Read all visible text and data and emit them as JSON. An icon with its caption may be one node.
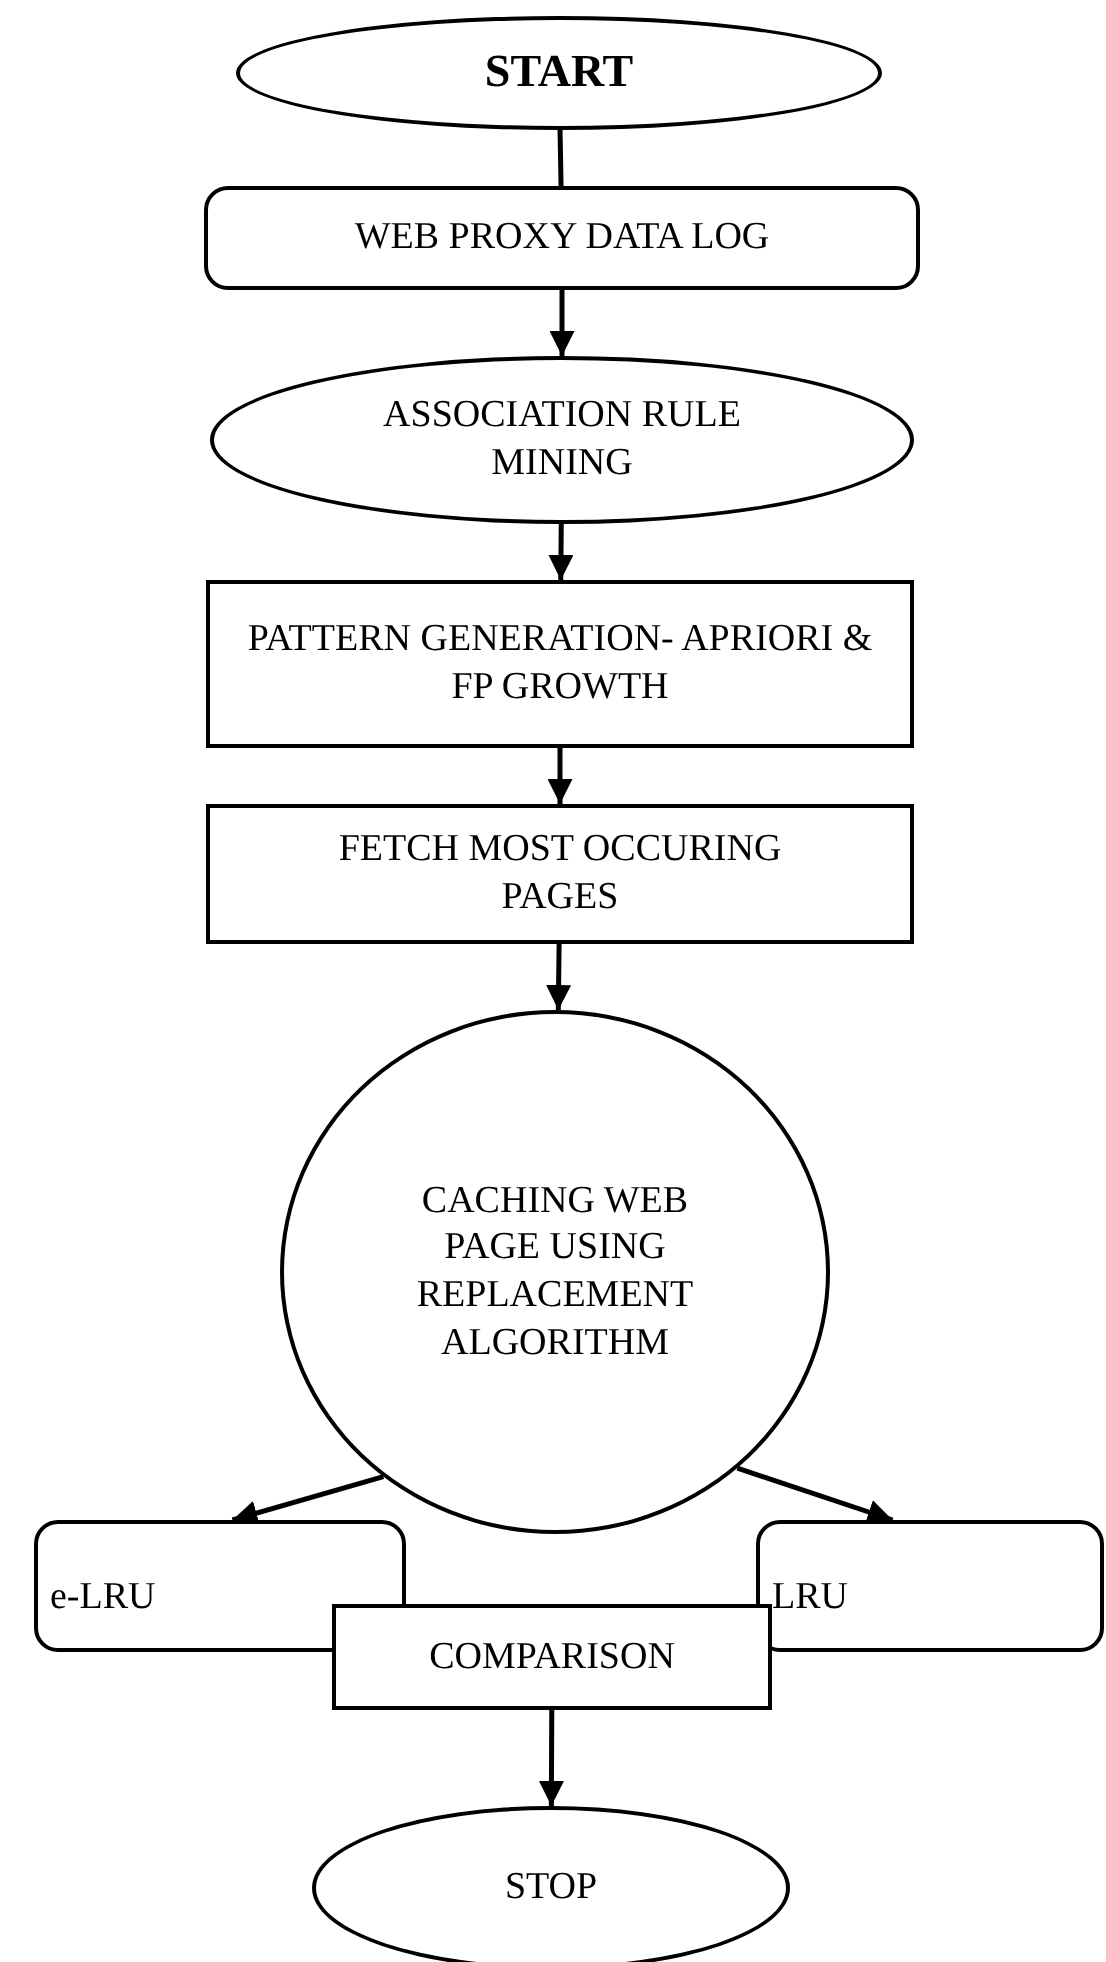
{
  "diagram": {
    "nodes": [
      {
        "text": [
          "START"
        ]
      },
      {
        "text": [
          "WEB PROXY DATA LOG"
        ]
      },
      {
        "text": [
          "ASSOCIATION RULE MINING"
        ]
      },
      {
        "text": [
          "PATTERN GENERATION- APRIORI & FP GROWTH"
        ]
      },
      {
        "text": [
          "FETCH MOST OCCURING PAGES"
        ]
      },
      {
        "text": [
          "CACHING WEB PAGE USING REPLACEMENT ALGORITHM"
        ]
      },
      {
        "text": [
          "e-LRU"
        ]
      },
      {
        "text": [
          "LRU"
        ]
      },
      {
        "text": [
          "COMPARISON"
        ]
      },
      {
        "text": [
          "STOP"
        ]
      }
    ],
    "edges": [
      {
        "from": 0,
        "to": 1,
        "arrow": "none"
      },
      {
        "from": 1,
        "to": 2,
        "arrow": "to"
      },
      {
        "from": 2,
        "to": 3,
        "arrow": "to"
      },
      {
        "from": 3,
        "to": 4,
        "arrow": "to"
      },
      {
        "from": 4,
        "to": 5,
        "arrow": "to"
      },
      {
        "from": 5,
        "to": 6,
        "arrow": "to"
      },
      {
        "from": 5,
        "to": 7,
        "arrow": "to"
      },
      {
        "from": 8,
        "to": 9,
        "arrow": "to"
      }
    ]
  }
}
